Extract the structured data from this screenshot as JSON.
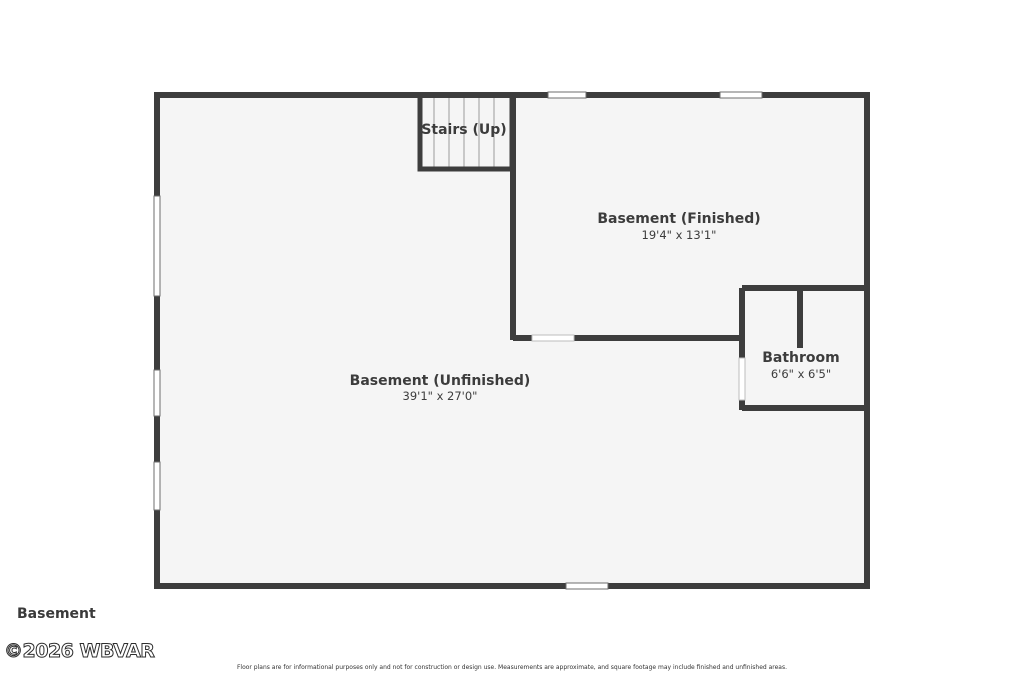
{
  "floor_plan": {
    "level": "Basement",
    "watermark": "©2026 WBVAR",
    "disclaimer": "Floor plans are for informational purposes only and not for construction or design use. Measurements are approximate, and square footage may include finished and unfinished areas.",
    "rooms": [
      {
        "name": "Stairs (Up)",
        "dimensions": ""
      },
      {
        "name": "Basement (Finished)",
        "dimensions": "19'4\" x 13'1\""
      },
      {
        "name": "Bathroom",
        "dimensions": "6'6\" x 6'5\""
      },
      {
        "name": "Basement (Unfinished)",
        "dimensions": "39'1\" x 27'0\""
      }
    ],
    "colors": {
      "wall": "#3d3d3d",
      "floor": "#f5f5f5",
      "window": "#ffffff"
    }
  }
}
